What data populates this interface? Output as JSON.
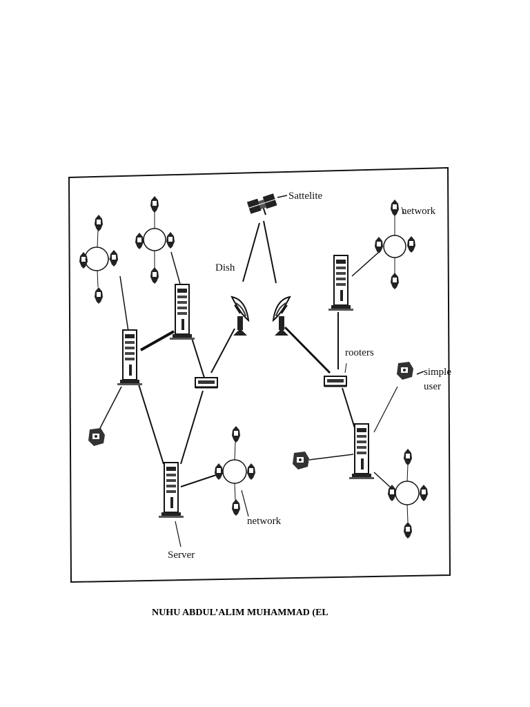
{
  "diagram": {
    "labels": {
      "satellite": "Sattelite",
      "dish": "Dish",
      "network_top_right": "network",
      "rooters": "rooters",
      "simple_user": [
        "simple",
        "user"
      ],
      "network_bottom": "network",
      "server": "Server"
    }
  },
  "footer": {
    "author": "NUHU ABDUL’ALIM MUHAMMAD (EL"
  }
}
